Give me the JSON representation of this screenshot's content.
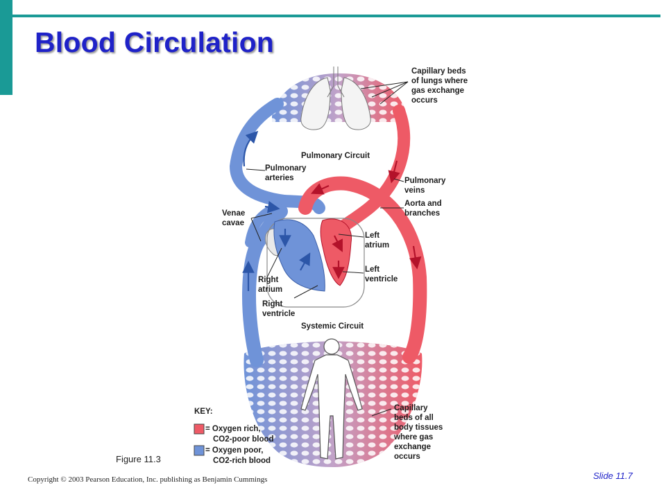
{
  "slide": {
    "title": "Blood Circulation",
    "figure_ref": "Figure 11.3",
    "copyright": "Copyright © 2003 Pearson Education, Inc. publishing as Benjamin Cummings",
    "slide_number": "Slide 11.7"
  },
  "diagram": {
    "circuits": {
      "pulmonary": "Pulmonary Circuit",
      "systemic": "Systemic Circuit"
    },
    "labels": {
      "capillary_lungs": [
        "Capillary beds",
        "of lungs where",
        "gas exchange",
        "occurs"
      ],
      "pulmonary_arteries": [
        "Pulmonary",
        "arteries"
      ],
      "pulmonary_veins": [
        "Pulmonary",
        "veins"
      ],
      "aorta": [
        "Aorta and",
        "branches"
      ],
      "venae_cavae": [
        "Venae",
        "cavae"
      ],
      "left_atrium": [
        "Left",
        "atrium"
      ],
      "left_ventricle": [
        "Left",
        "ventricle"
      ],
      "right_atrium": [
        "Right",
        "atrium"
      ],
      "right_ventricle": [
        "Right",
        "ventricle"
      ],
      "capillary_body": [
        "Capillary",
        "beds of all",
        "body tissues",
        "where gas",
        "exchange",
        "occurs"
      ]
    },
    "key": {
      "heading": "KEY:",
      "oxygen_rich": [
        "= Oxygen rich,",
        "CO2-poor blood"
      ],
      "oxygen_poor": [
        "= Oxygen poor,",
        "CO2-rich blood"
      ]
    },
    "colors": {
      "oxygen_rich": "#ee5a66",
      "oxygen_poor": "#6f93d8",
      "accent": "#1a9a96",
      "title": "#1f22c8"
    }
  }
}
